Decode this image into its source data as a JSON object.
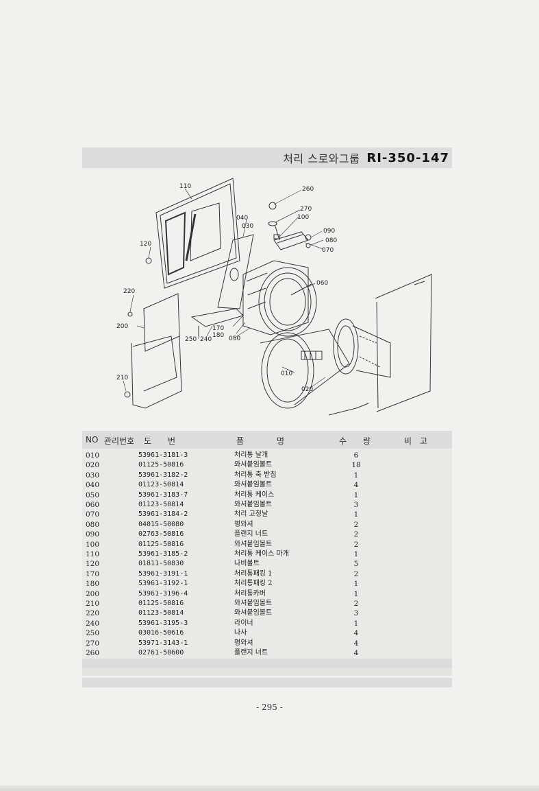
{
  "header": {
    "title_ko": "처리 스로와그룹",
    "title_code": "RI-350-147"
  },
  "diagram": {
    "callouts": [
      "110",
      "260",
      "270",
      "100",
      "040",
      "030",
      "090",
      "080",
      "070",
      "120",
      "060",
      "220",
      "200",
      "170",
      "180",
      "250",
      "240",
      "050",
      "010",
      "020",
      "210"
    ]
  },
  "table": {
    "columns": {
      "no": "NO",
      "mgmt": "관리번호",
      "drawing": "도　　번",
      "part_name": "품　　　　명",
      "qty": "수　　량",
      "remarks": "비　고"
    },
    "rows": [
      {
        "no": "010",
        "drawing": "53961-3181-3",
        "name": "처리통 날개",
        "qty": "6"
      },
      {
        "no": "020",
        "drawing": "01125-50816",
        "name": "와셔붙임볼트",
        "qty": "18"
      },
      {
        "no": "030",
        "drawing": "53961-3182-2",
        "name": "처리통 축 받침",
        "qty": "1"
      },
      {
        "no": "040",
        "drawing": "01123-50814",
        "name": "와셔붙임볼트",
        "qty": "4"
      },
      {
        "no": "050",
        "drawing": "53961-3183-7",
        "name": "처리통 케이스",
        "qty": "1"
      },
      {
        "no": "060",
        "drawing": "01123-50814",
        "name": "와셔붙임볼트",
        "qty": "3"
      },
      {
        "no": "070",
        "drawing": "53961-3184-2",
        "name": "처리 고정날",
        "qty": "1"
      },
      {
        "no": "080",
        "drawing": "04015-50080",
        "name": "평와셔",
        "qty": "2"
      },
      {
        "no": "090",
        "drawing": "02763-50816",
        "name": "플랜지 너트",
        "qty": "2"
      },
      {
        "no": "100",
        "drawing": "01125-50816",
        "name": "와셔붙임볼트",
        "qty": "2"
      },
      {
        "no": "110",
        "drawing": "53961-3185-2",
        "name": "처리통 케이스 마개",
        "qty": "1"
      },
      {
        "no": "120",
        "drawing": "01811-50830",
        "name": "나비볼트",
        "qty": "5"
      },
      {
        "no": "170",
        "drawing": "53961-3191-1",
        "name": "처리통패킹 1",
        "qty": "2"
      },
      {
        "no": "180",
        "drawing": "53961-3192-1",
        "name": "처리통패킹 2",
        "qty": "1"
      },
      {
        "no": "200",
        "drawing": "53961-3196-4",
        "name": "처리통카버",
        "qty": "1"
      },
      {
        "no": "210",
        "drawing": "01125-50816",
        "name": "와셔붙임볼트",
        "qty": "2"
      },
      {
        "no": "220",
        "drawing": "01123-50814",
        "name": "와셔붙임볼트",
        "qty": "3"
      },
      {
        "no": "240",
        "drawing": "53961-3195-3",
        "name": "라이너",
        "qty": "1"
      },
      {
        "no": "250",
        "drawing": "03016-50616",
        "name": "나사",
        "qty": "4"
      },
      {
        "no": "270",
        "drawing": "53971-3143-1",
        "name": "평와셔",
        "qty": "4"
      },
      {
        "no": "260",
        "drawing": "02761-50600",
        "name": "플랜지 너트",
        "qty": "4"
      }
    ]
  },
  "footer": {
    "page_number": "- 295 -"
  }
}
